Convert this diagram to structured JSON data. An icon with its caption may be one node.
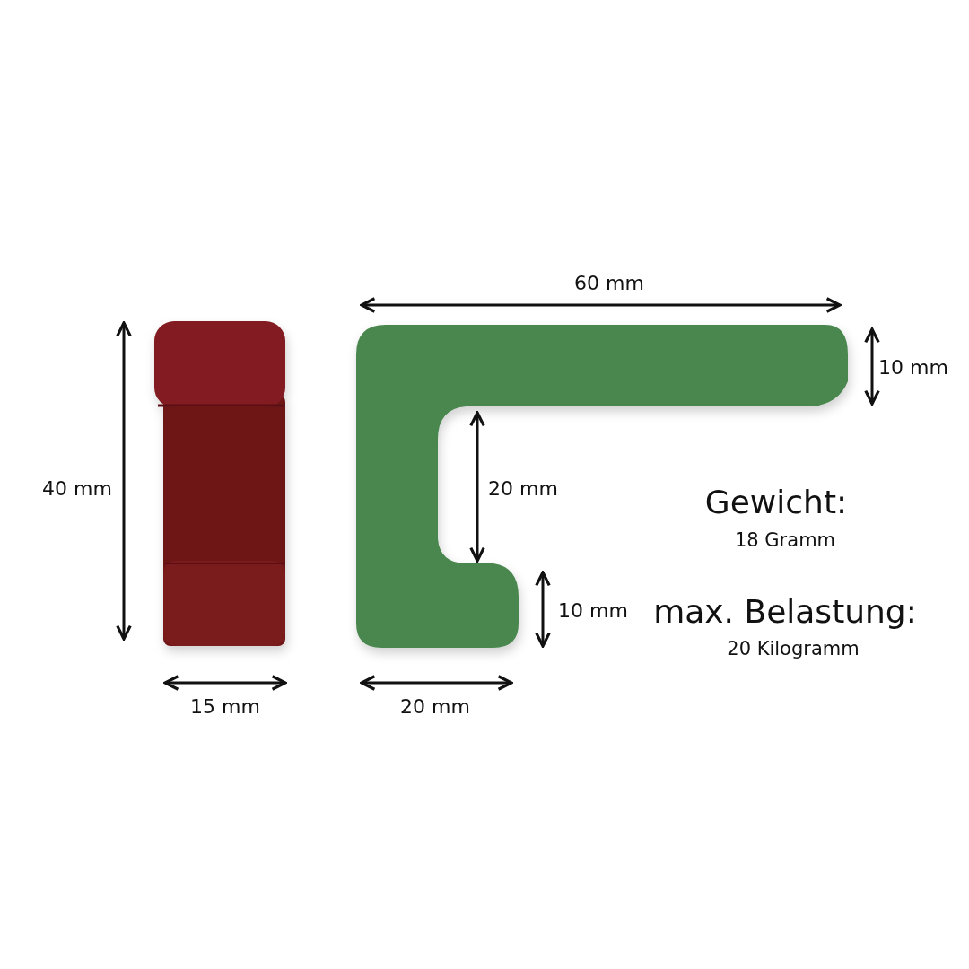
{
  "diagram": {
    "labels": [
      "60 mm",
      "10 mm",
      "40 mm",
      "20 mm",
      "Gewicht:",
      "18 Gramm",
      "10 mm",
      "max. Belastung:",
      "20 Kilogramm",
      "15 mm",
      "20 mm"
    ]
  }
}
